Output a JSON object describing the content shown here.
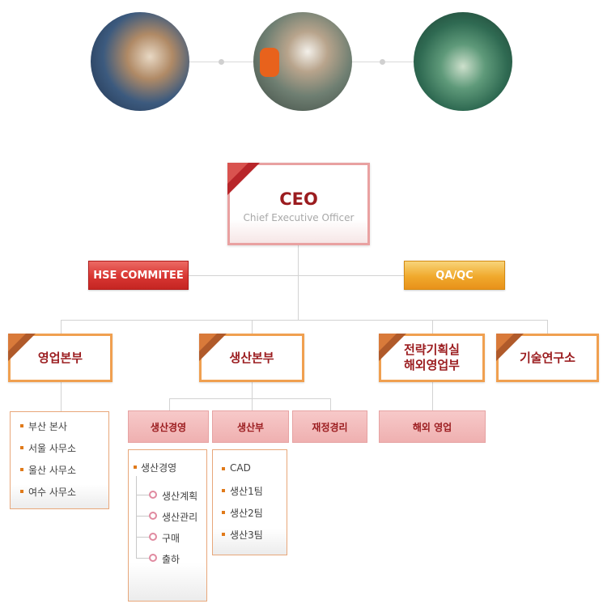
{
  "ceo": {
    "title": "CEO",
    "subtitle": "Chief Executive Officer"
  },
  "committees": {
    "hse": "HSE COMMITEE",
    "qa": "QA/QC"
  },
  "divisions": {
    "sales": "영업본부",
    "production": "생산본부",
    "strategy_line1": "전략기획실",
    "strategy_line2": "해외영업부",
    "research": "기술연구소"
  },
  "sales_offices": [
    "부산 본사",
    "서울 사무소",
    "울산 사무소",
    "여수 사무소"
  ],
  "production_units": {
    "management": "생산경영",
    "production_dept": "생산부",
    "finance": "재정경리"
  },
  "overseas_sales": "해외 영업",
  "management_panel": {
    "header": "생산경영",
    "items": [
      "생산계획",
      "생산관리",
      "구매",
      "출하"
    ]
  },
  "production_panel": {
    "items": [
      "CAD",
      "생산1팀",
      "생산2팀",
      "생산3팀"
    ]
  },
  "colors": {
    "brand_red": "#9b1c1f",
    "accent_orange": "#f0a050",
    "hse_red": "#d83632",
    "qa_gold": "#f0a92c"
  }
}
